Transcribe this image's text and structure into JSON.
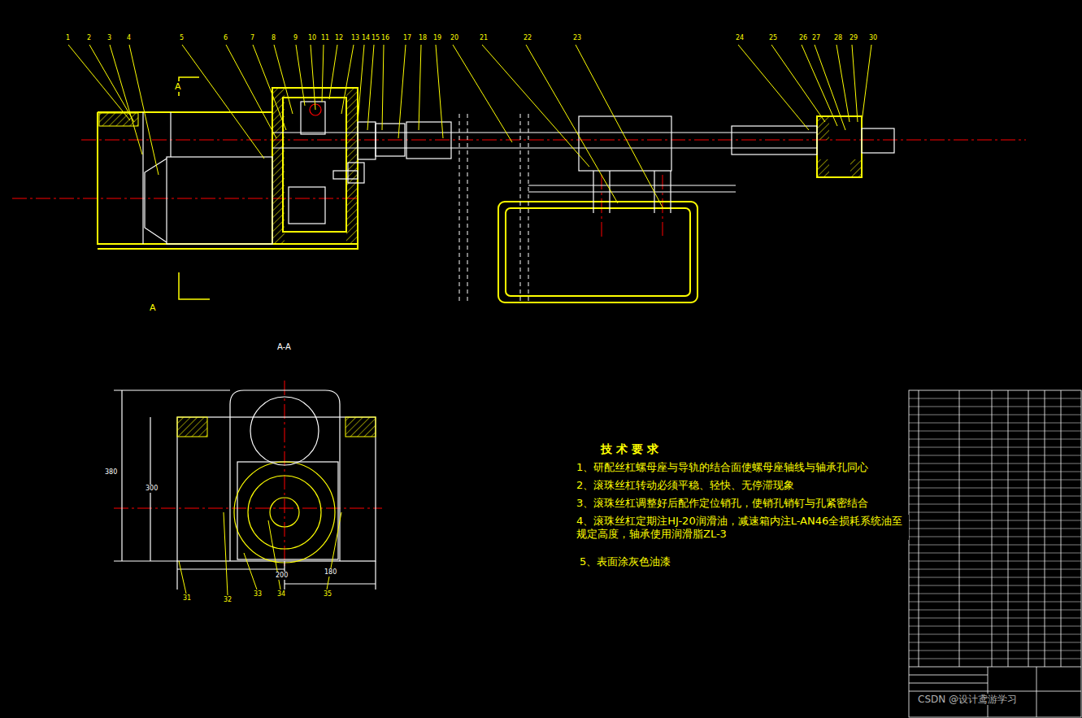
{
  "diagram": {
    "labels": [
      "A",
      "A",
      "A-A",
      "技 术 要 求",
      "1、研配丝杠螺母座与导轨的结合面使螺母座轴线与轴承孔同心",
      "2、滚珠丝杠转动必须平稳、轻快、无停滞现象",
      "3、滚珠丝杠调整好后配作定位销孔，使销孔销钉与孔紧密结合",
      "4、滚珠丝杠定期注HJ-20润滑油，减速箱内注L-AN46全损耗系统油至规定高度，轴承使用润滑脂ZL-3",
      "5、表面涂灰色油漆",
      "1",
      "2",
      "3",
      "4",
      "5",
      "6",
      "7",
      "8",
      "9",
      "10",
      "11",
      "12",
      "13",
      "14",
      "15",
      "16",
      "17",
      "18",
      "19",
      "20",
      "21",
      "22",
      "23",
      "24",
      "25",
      "26",
      "27",
      "28",
      "29",
      "30",
      "31",
      "32",
      "33",
      "34",
      "35",
      "380",
      "300",
      "200",
      "180",
      "CSDN @设计鸢游学习"
    ]
  }
}
